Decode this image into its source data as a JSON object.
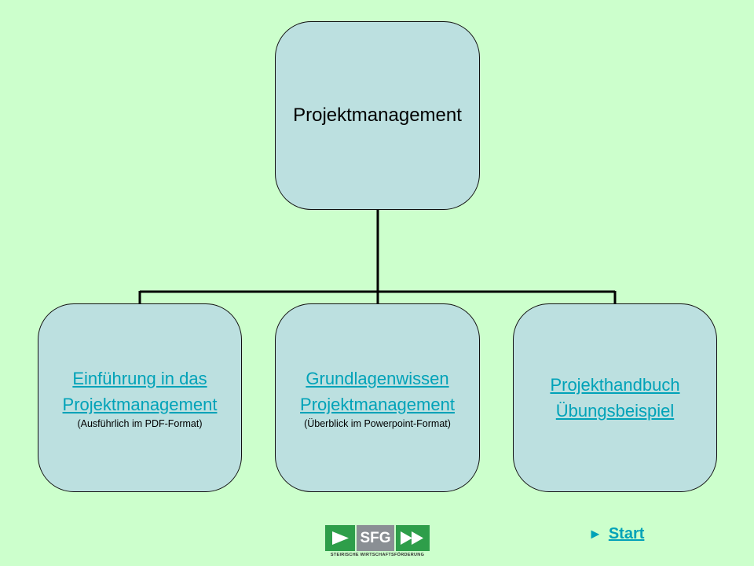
{
  "root": {
    "label": "Projektmanagement"
  },
  "children": [
    {
      "lines": [
        "Einführung in das ",
        "Projektmanagement"
      ],
      "subtitle": "(Ausführlich im PDF-Format)"
    },
    {
      "lines": [
        "Grundlagenwissen",
        "Projektmanagement"
      ],
      "subtitle": "(Überblick im Powerpoint-Format)"
    },
    {
      "lines": [
        "Projekthandbuch",
        "Übungsbeispiel"
      ],
      "subtitle": ""
    }
  ],
  "logo": {
    "text": "SFG",
    "caption": "STEIRISCHE WIRTSCHAFTSFÖRDERUNG"
  },
  "nav": {
    "arrow": "►",
    "start_label": "Start"
  },
  "colors": {
    "background": "#ccffcc",
    "box_fill": "#bce0e0",
    "link": "#00a2b8",
    "logo_green": "#2e9e4a",
    "logo_gray": "#8a8f94"
  }
}
